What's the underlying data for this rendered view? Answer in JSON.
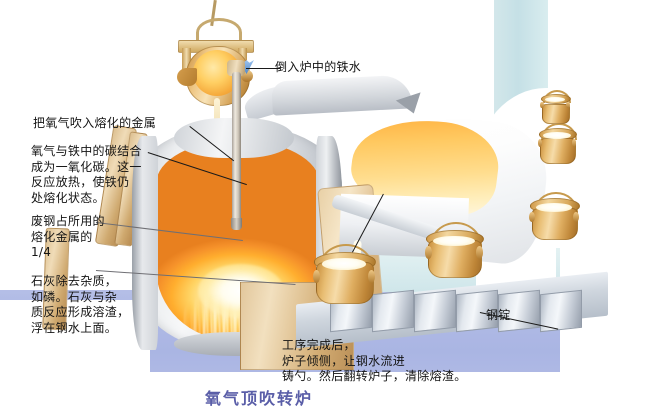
{
  "figure": {
    "title": "氧气顶吹转炉",
    "title_color": "#5a5ea8"
  },
  "labels": {
    "pour_iron": "倒入炉中的铁水",
    "blow_oxygen": "把氧气吹入熔化的金属",
    "reaction": "氧气与铁中的碳结合\n成为一氧化碳。这一\n反应放热，使铁仍\n处熔化状态。",
    "scrap": "废钢占所用的\n熔化金属的\n1/4",
    "lime": "石灰除去杂质，\n如磷。石灰与杂\n质反应形成溶渣，\n浮在钢水上面。",
    "tap": "工序完成后，\n炉子倾侧，让钢水流进\n铸勺。然后翻转炉子，清除熔渣。",
    "ingot": "钢锭"
  },
  "scene": {
    "ground_color": "#aab5e3",
    "conveyor_color": "#c8e2e7",
    "metal_hot_color": "#ffc552",
    "refractory_color": "#d6b079",
    "ladle_color": "#d9a95c",
    "steel_grey": "#c9ced4"
  },
  "parts": {
    "oxygen_lance": "oxygen-lance",
    "converter": "bof-converter",
    "charging_ladle": "charging-ladle",
    "crane_hook": "crane-hook",
    "tilted_converter": "tilted-converter",
    "teeming_ladles": "teeming-ladles",
    "ingot_moulds": "ingot-moulds"
  }
}
